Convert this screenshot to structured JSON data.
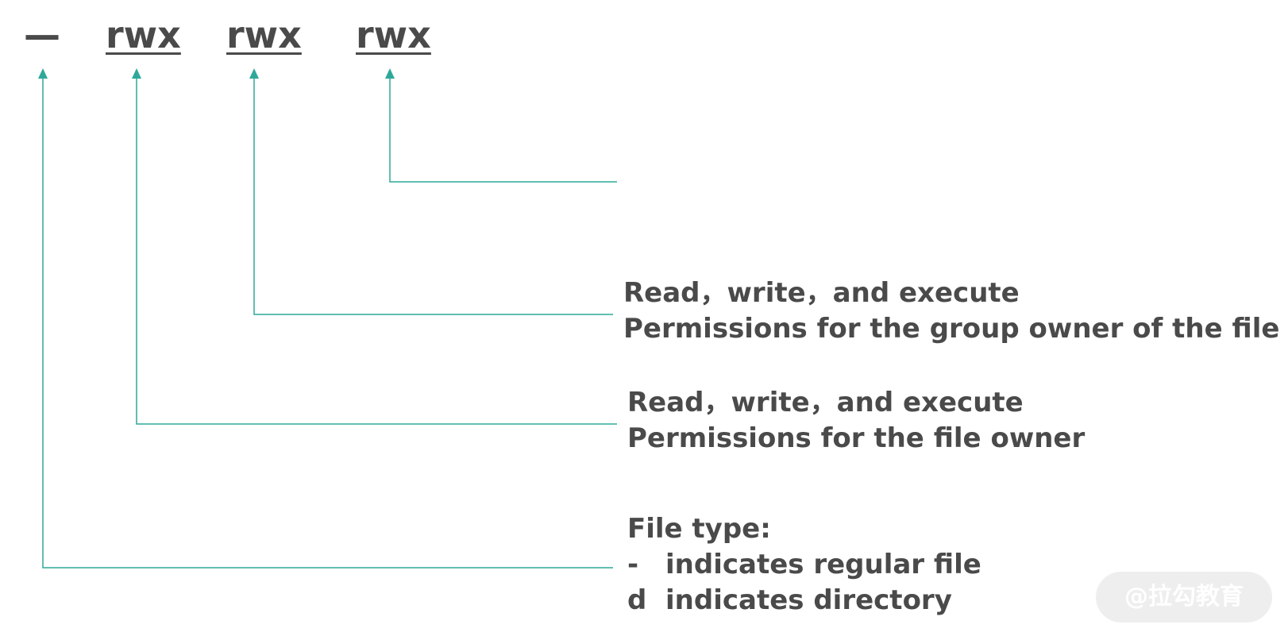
{
  "diagram": {
    "permission_string": {
      "type_symbol": "—",
      "owner": "rwx",
      "group": "rwx",
      "others": "rwx"
    },
    "labels": {
      "group": {
        "line1": "Read，write，and execute",
        "line2": "Permissions for the group owner of the file"
      },
      "owner": {
        "line1": "Read，write，and execute",
        "line2": "Permissions for the file owner"
      },
      "file_type": {
        "title": "File type:",
        "regular_key": "-",
        "regular_desc": "indicates regular file",
        "directory_key": "d",
        "directory_desc": "indicates directory"
      }
    },
    "watermark": "@拉勾教育",
    "colors": {
      "text": "#4a4a4a",
      "connector": "#2fa89a",
      "watermark_bg": "#eeeeee"
    }
  }
}
